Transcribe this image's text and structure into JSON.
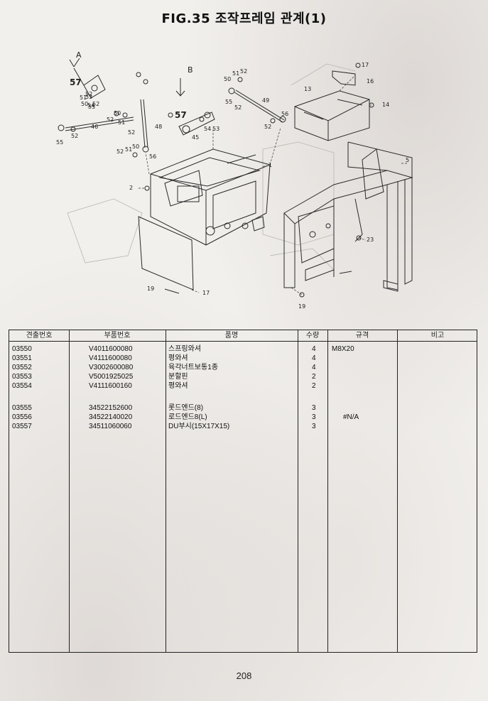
{
  "title": "FIG.35 조작프레임 관계(1)",
  "diagram": {
    "view_letters": [
      "A",
      "B"
    ],
    "callouts": [
      "57",
      "52",
      "51",
      "50",
      "55",
      "52",
      "53",
      "54",
      "46",
      "55",
      "52",
      "50",
      "52",
      "51",
      "52",
      "48",
      "52",
      "51",
      "50",
      "56",
      "57",
      "45",
      "54",
      "53",
      "50",
      "52",
      "51",
      "55",
      "52",
      "49",
      "56",
      "52",
      "17",
      "16",
      "13",
      "14",
      "5",
      "1",
      "2",
      "23",
      "19",
      "17",
      "19"
    ]
  },
  "table": {
    "headers": [
      "견출번호",
      "부품번호",
      "품명",
      "수량",
      "규격",
      "비고"
    ],
    "rows": [
      {
        "no": "03550",
        "part": "V4011600080",
        "name": "스프링와셔",
        "qty": "4",
        "spec": "M8X20",
        "note": ""
      },
      {
        "no": "03551",
        "part": "V4111600080",
        "name": "평와셔",
        "qty": "4",
        "spec": "",
        "note": ""
      },
      {
        "no": "03552",
        "part": "V3002600080",
        "name": "육각너트보통1종",
        "qty": "4",
        "spec": "",
        "note": ""
      },
      {
        "no": "03553",
        "part": "V5001925025",
        "name": "분할핀",
        "qty": "2",
        "spec": "",
        "note": ""
      },
      {
        "no": "03554",
        "part": "V4111600160",
        "name": "평와셔",
        "qty": "2",
        "spec": "",
        "note": ""
      },
      {
        "no": "03555",
        "part": "34522152600",
        "name": "롯드엔드(8)",
        "qty": "3",
        "spec": "",
        "note": ""
      },
      {
        "no": "03556",
        "part": "34522140020",
        "name": "로드엔드8(L)",
        "qty": "3",
        "spec": "#N/A",
        "note": ""
      },
      {
        "no": "03557",
        "part": "34511060060",
        "name": "DU부시(15X17X15)",
        "qty": "3",
        "spec": "",
        "note": ""
      }
    ]
  },
  "page_number": "208"
}
